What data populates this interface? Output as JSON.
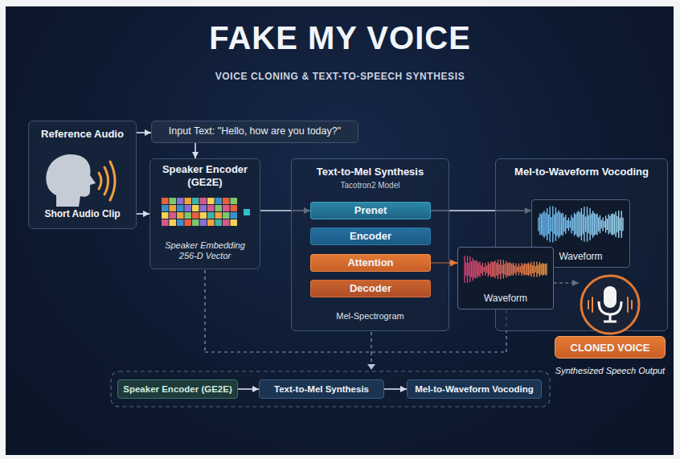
{
  "diagram": {
    "title": "FAKE MY VOICE",
    "nodes": [
      {
        "text": [
          "Reference Audio",
          "Short Audio Clip"
        ]
      },
      {
        "text": [
          "Input Text: \"Hello, how are you today?\""
        ]
      },
      {
        "text": [
          "Speaker Encoder (GE2E)",
          "Speaker Embedding 256-D Vector"
        ]
      },
      {
        "text": [
          "Text-to-Mel Synthesis",
          "Tacotron2 Model",
          "Mel-Spectrogram"
        ]
      },
      {
        "text": [
          "Prenet"
        ],
        "in": 3
      },
      {
        "text": [
          "Encoder"
        ],
        "in": 3
      },
      {
        "text": [
          "Attention"
        ],
        "in": 3
      },
      {
        "text": [
          "Decoder"
        ],
        "in": 3
      },
      {
        "text": [
          "Mel-to-Waveform Vocoding"
        ]
      },
      {
        "text": [
          "Waveform"
        ],
        "in": 8
      },
      {
        "text": [
          "Waveform"
        ]
      },
      {
        "text": [
          "CLONED VOICE",
          "Synthesized Speech Output"
        ]
      },
      {
        "text": [
          "Speaker Encoder (GE2E)"
        ]
      },
      {
        "text": [
          "Text-to-Mel Synthesis"
        ]
      },
      {
        "text": [
          "Mel-to-Waveform Vocoding"
        ]
      }
    ],
    "edges": [
      {
        "from": 0,
        "to": 1,
        "arrow": "to"
      },
      {
        "from": 1,
        "to": 2,
        "arrow": "to"
      },
      {
        "from": 0,
        "to": 2,
        "arrow": "to"
      },
      {
        "from": 2,
        "to": 4,
        "arrow": "to"
      },
      {
        "from": 4,
        "to": 9,
        "arrow": "to"
      },
      {
        "from": 6,
        "to": 10,
        "arrow": "to"
      },
      {
        "from": 10,
        "to": 11,
        "arrow": "to"
      },
      {
        "from": 12,
        "to": 13,
        "arrow": "to"
      },
      {
        "from": 13,
        "to": 14,
        "arrow": "to"
      }
    ],
    "labels": [
      "VOICE CLONING & TEXT-TO-SPEECH SYNTHESIS"
    ]
  }
}
